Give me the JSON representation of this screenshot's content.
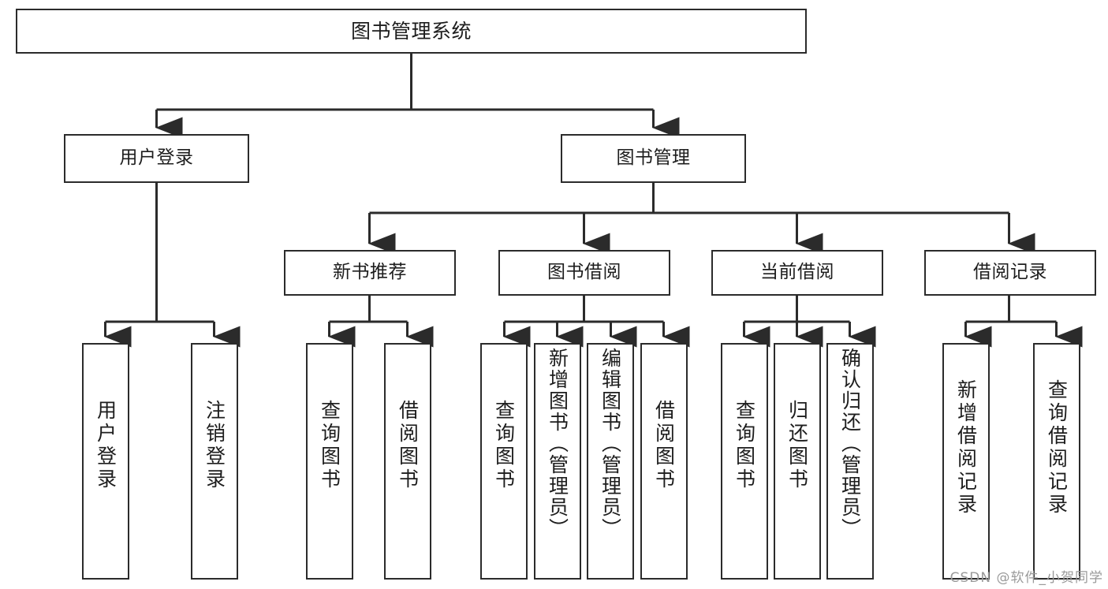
{
  "diagram": {
    "title": "图书管理系统",
    "type": "hierarchy-tree",
    "watermark": "CSDN @软件_小贺同学",
    "colors": {
      "background": "#ffffff",
      "box_border": "#2b2b2b",
      "box_fill": "#ffffff",
      "text": "#1d1d1d",
      "connector": "#2b2b2b",
      "watermark": "#9a9a9a"
    },
    "root": {
      "label": "图书管理系统"
    },
    "level2": [
      {
        "label": "用户登录"
      },
      {
        "label": "图书管理"
      }
    ],
    "level3": [
      {
        "label": "新书推荐"
      },
      {
        "label": "图书借阅"
      },
      {
        "label": "当前借阅"
      },
      {
        "label": "借阅记录"
      }
    ],
    "leaves": {
      "user_login": [
        {
          "label": "用户登录"
        },
        {
          "label": "注销登录"
        }
      ],
      "new_book": [
        {
          "label": "查询图书"
        },
        {
          "label": "借阅图书"
        }
      ],
      "book_borrow": [
        {
          "label": "查询图书"
        },
        {
          "label": "新增图书（管理员）"
        },
        {
          "label": "编辑图书（管理员）"
        },
        {
          "label": "借阅图书"
        }
      ],
      "current_borrow": [
        {
          "label": "查询图书"
        },
        {
          "label": "归还图书"
        },
        {
          "label": "确认归还（管理员）"
        }
      ],
      "borrow_record": [
        {
          "label": "新增借阅记录"
        },
        {
          "label": "查询借阅记录"
        }
      ]
    }
  }
}
